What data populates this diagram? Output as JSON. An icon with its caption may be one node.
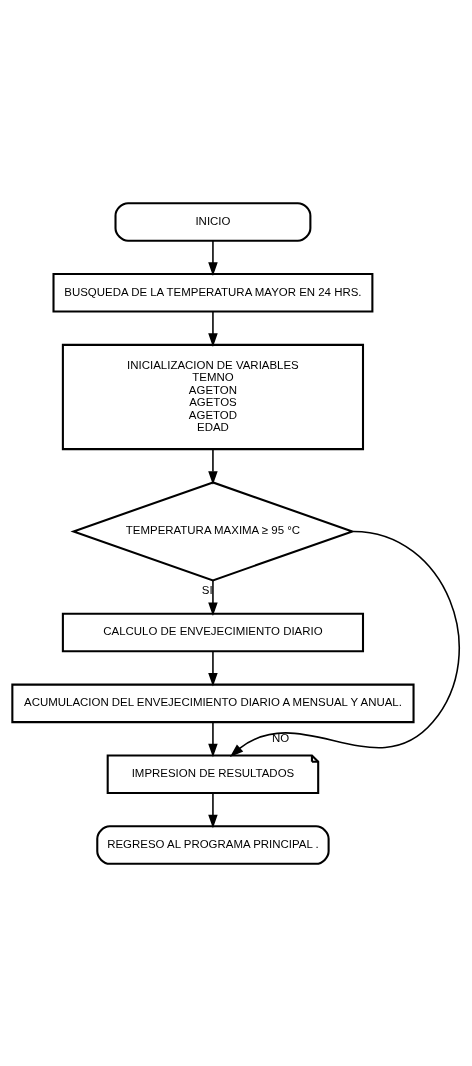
{
  "diagram": {
    "nodes": [
      {
        "text": [
          "INICIO"
        ]
      },
      {
        "text": [
          "BUSQUEDA DE LA TEMPERATURA MAYOR EN 24 HRS."
        ]
      },
      {
        "text": [
          "INICIALIZACION DE VARIABLES",
          "TEMNO",
          "AGETON",
          "AGETOS",
          "AGETOD",
          "EDAD"
        ]
      },
      {
        "text": [
          "TEMPERATURA MAXIMA ≥ 95 °C"
        ]
      },
      {
        "text": [
          "CALCULO DE ENVEJECIMIENTO DIARIO"
        ]
      },
      {
        "text": [
          "ACUMULACION DEL ENVEJECIMIENTO DIARIO A MENSUAL Y ANUAL."
        ]
      },
      {
        "text": [
          "IMPRESION DE RESULTADOS"
        ]
      },
      {
        "text": [
          "REGRESO AL PROGRAMA PRINCIPAL ."
        ]
      }
    ],
    "edges": [
      {
        "from": 0,
        "to": 1,
        "arrow": "to"
      },
      {
        "from": 1,
        "to": 2,
        "arrow": "to"
      },
      {
        "from": 2,
        "to": 3,
        "arrow": "to"
      },
      {
        "from": 3,
        "to": 4,
        "arrow": "to",
        "label": "SI"
      },
      {
        "from": 4,
        "to": 5,
        "arrow": "to"
      },
      {
        "from": 3,
        "to": 6,
        "arrow": "to",
        "label": "NO"
      },
      {
        "from": 5,
        "to": 6,
        "arrow": "to"
      },
      {
        "from": 6,
        "to": 7,
        "arrow": "to"
      }
    ]
  }
}
